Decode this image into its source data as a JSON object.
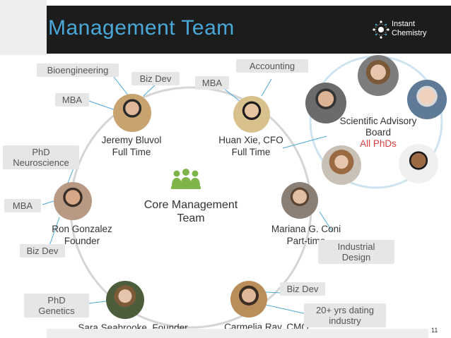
{
  "header": {
    "title": "Management Team",
    "logo_line1": "Instant",
    "logo_line2": "Chemistry"
  },
  "center": {
    "line1": "Core Management",
    "line2": "Team"
  },
  "people": {
    "jeremy": {
      "name": "Jeremy Bluvol",
      "role": "Full Time"
    },
    "huan": {
      "name": "Huan Xie, CFO",
      "role": "Full Time"
    },
    "ron": {
      "name": "Ron Gonzalez",
      "role": "Founder"
    },
    "mariana": {
      "name": "Mariana G. Coni",
      "role": "Part-time"
    },
    "sara": {
      "name": "Sara Seabrooke, Founder"
    },
    "carmelia": {
      "name": "Carmelia Ray, CMO"
    }
  },
  "tags": {
    "bioengineering": "Bioengineering",
    "bizdev_jeremy": "Biz Dev",
    "mba_huan": "MBA",
    "accounting": "Accounting",
    "mba_jeremy": "MBA",
    "phd_neuro_1": "PhD",
    "phd_neuro_2": "Neuroscience",
    "mba_ron": "MBA",
    "bizdev_ron": "Biz Dev",
    "industrial_1": "Industrial",
    "industrial_2": "Design",
    "bizdev_carmelia": "Biz Dev",
    "phd_genetics_1": "PhD",
    "phd_genetics_2": "Genetics",
    "dating_1": "20+ yrs dating",
    "dating_2": "industry"
  },
  "scientific_board": {
    "line1": "Scientific Advisory",
    "line2": "Board",
    "subtitle": "All PhDs"
  },
  "page_number": "11"
}
